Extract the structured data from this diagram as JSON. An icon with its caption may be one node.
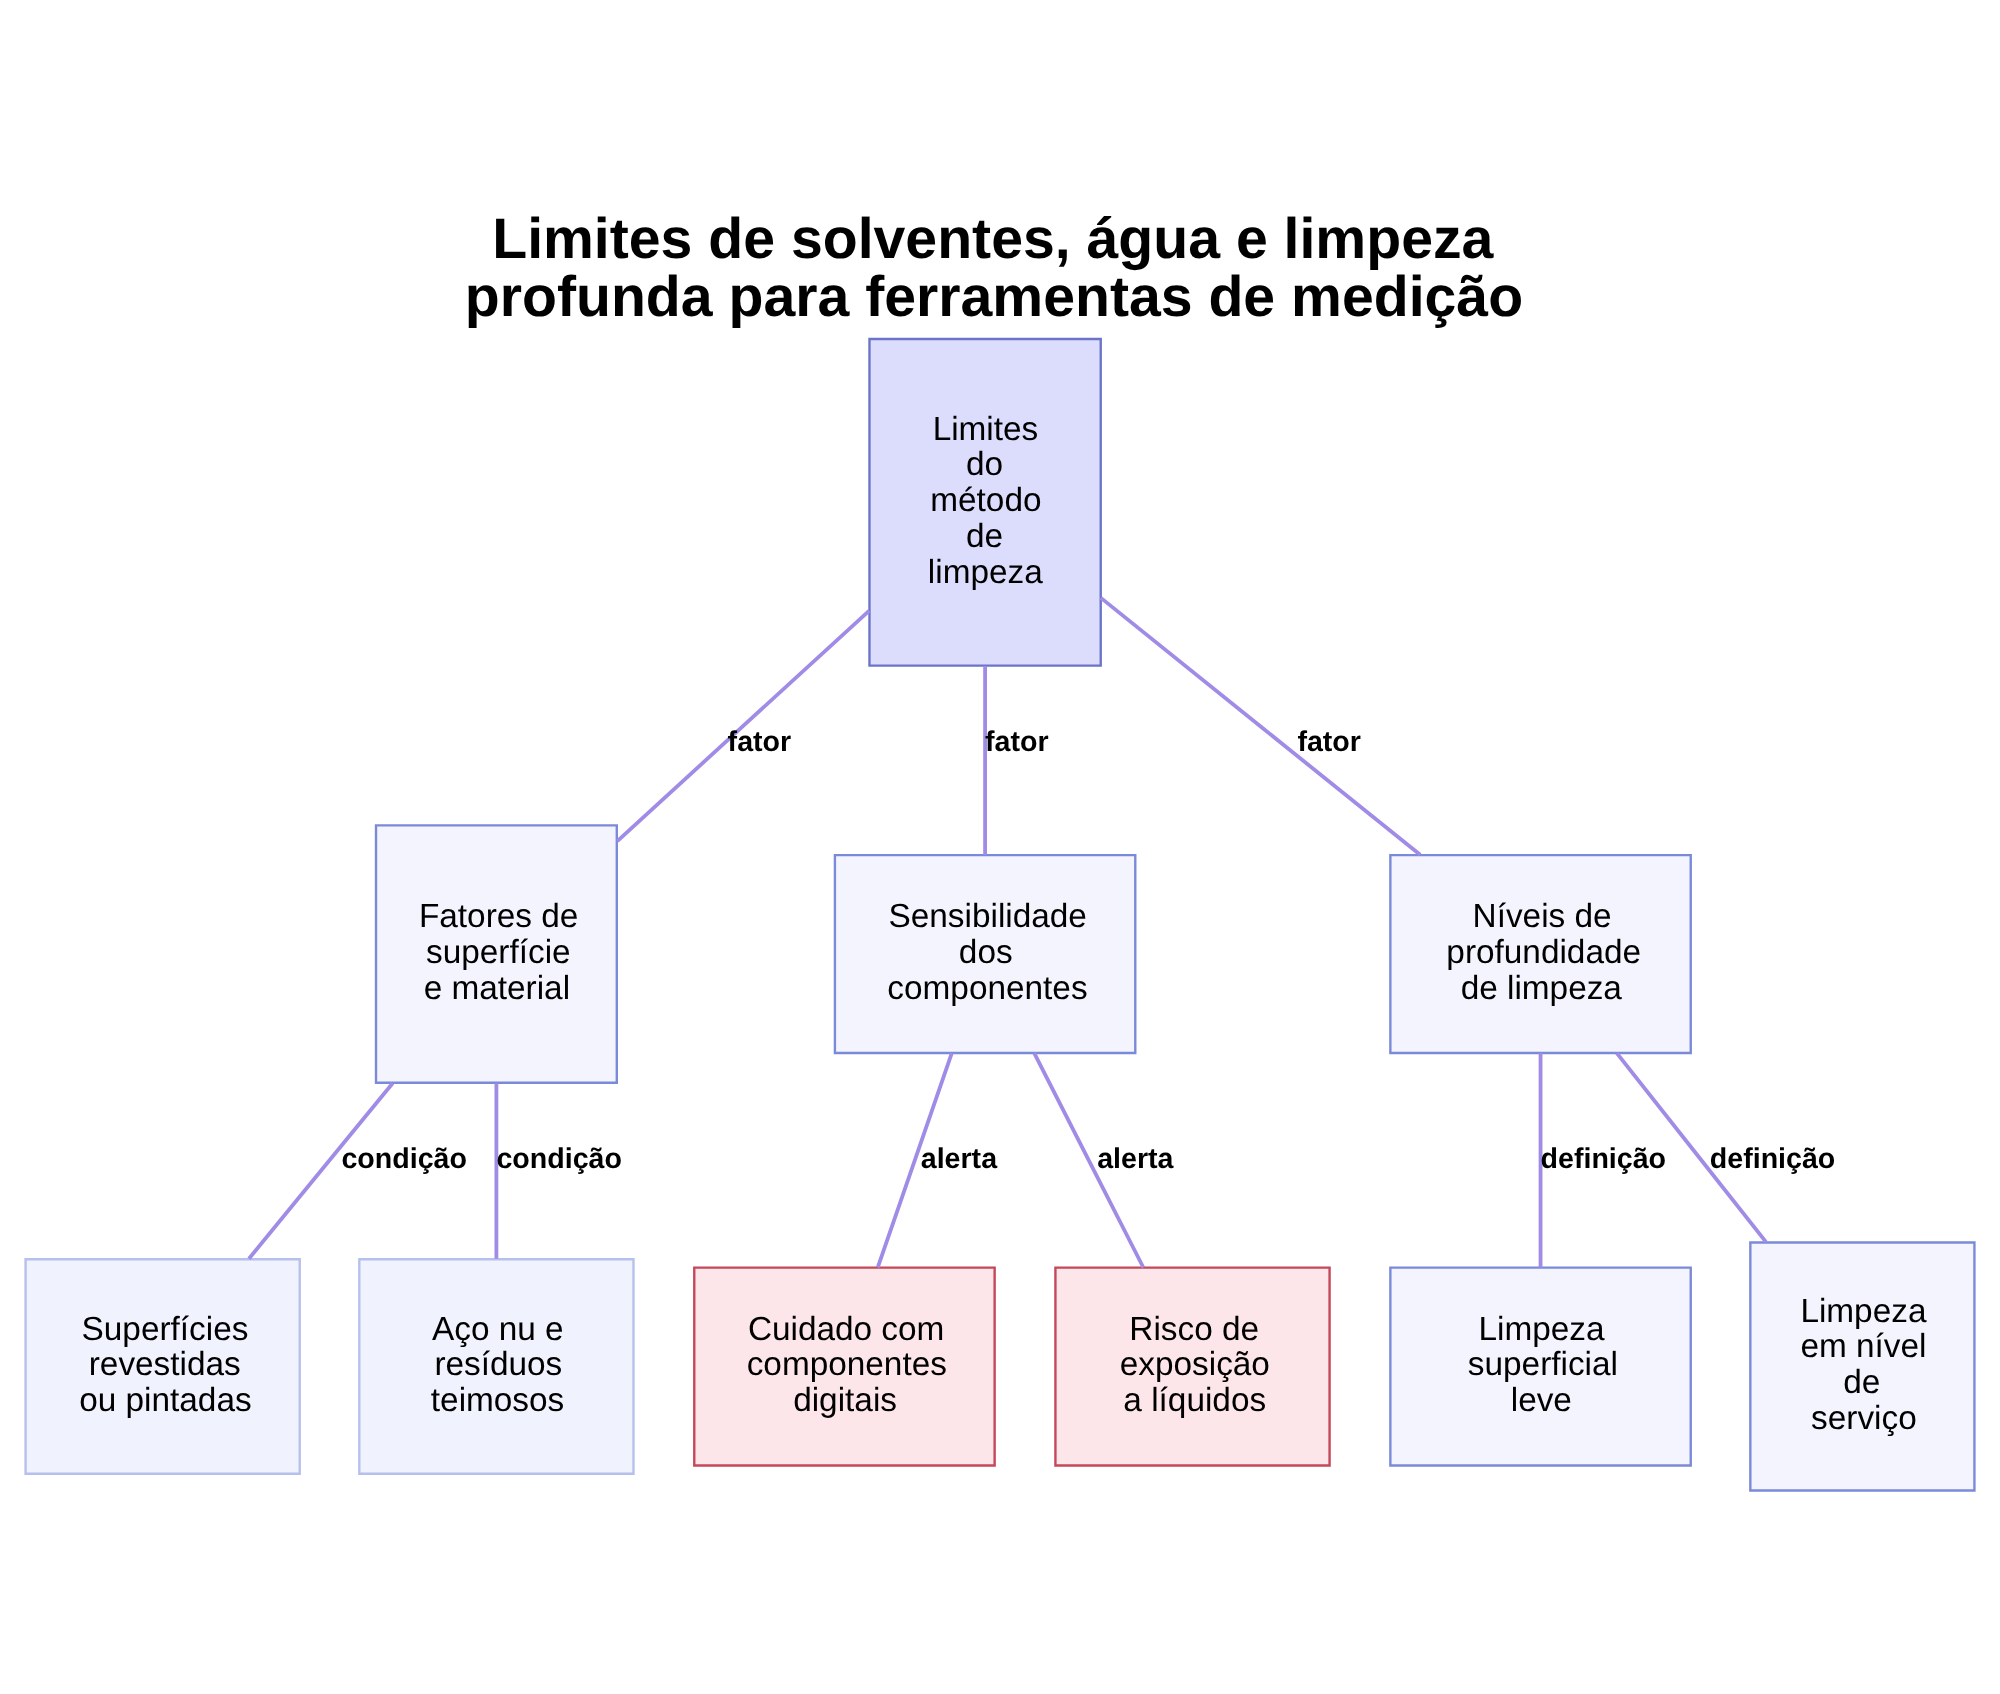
{
  "diagram": {
    "title": "Limites de solventes, água e limpeza profunda para ferramentas de medição",
    "nodes": [
      {
        "text": [
          "Limites do método de limpeza"
        ]
      },
      {
        "text": [
          "Fatores de superfície e material"
        ]
      },
      {
        "text": [
          "Sensibilidade dos componentes"
        ]
      },
      {
        "text": [
          "Níveis de profundidade de limpeza"
        ]
      },
      {
        "text": [
          "Superfícies revestidas ou pintadas"
        ]
      },
      {
        "text": [
          "Aço nu e resíduos teimosos"
        ]
      },
      {
        "text": [
          "Cuidado com componentes digitais"
        ]
      },
      {
        "text": [
          "Risco de exposição a líquidos"
        ]
      },
      {
        "text": [
          "Limpeza superficial leve"
        ]
      },
      {
        "text": [
          "Limpeza em nível de serviço"
        ]
      }
    ],
    "edges": [
      {
        "from": 0,
        "to": 1,
        "arrow": "none",
        "label": "fator"
      },
      {
        "from": 0,
        "to": 2,
        "arrow": "none",
        "label": "fator"
      },
      {
        "from": 0,
        "to": 3,
        "arrow": "none",
        "label": "fator"
      },
      {
        "from": 1,
        "to": 4,
        "arrow": "none",
        "label": "condição"
      },
      {
        "from": 1,
        "to": 5,
        "arrow": "none",
        "label": "condição"
      },
      {
        "from": 2,
        "to": 6,
        "arrow": "none",
        "label": "alerta"
      },
      {
        "from": 2,
        "to": 7,
        "arrow": "none",
        "label": "alerta"
      },
      {
        "from": 3,
        "to": 8,
        "arrow": "none",
        "label": "definição"
      },
      {
        "from": 3,
        "to": 9,
        "arrow": "none",
        "label": "definição"
      }
    ]
  }
}
